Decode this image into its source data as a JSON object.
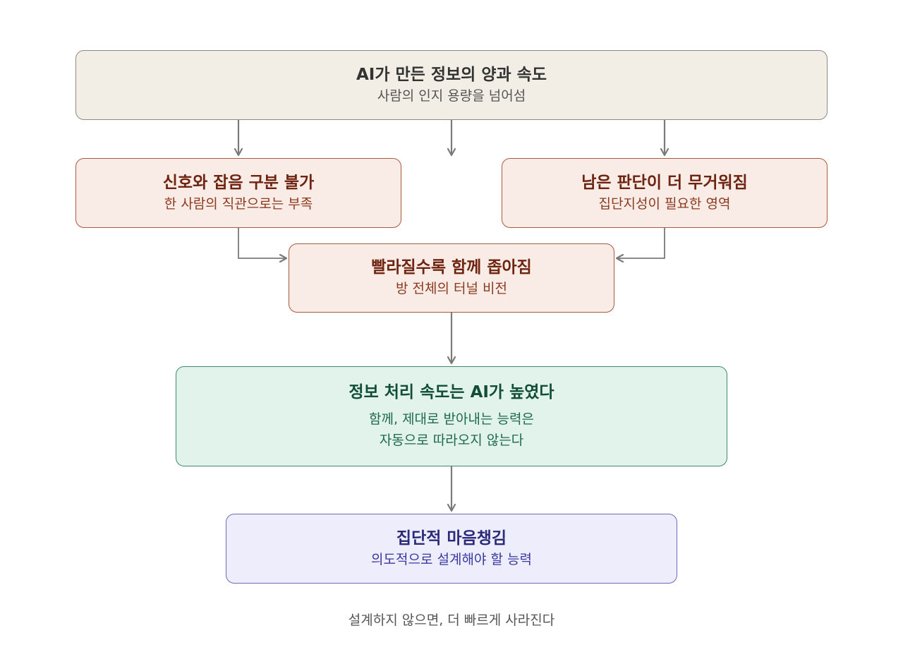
{
  "nodes": {
    "top": {
      "title": "AI가 만든 정보의 양과 속도",
      "sub": "사람의 인지 용량을 넘어섬"
    },
    "left": {
      "title": "신호와 잡음 구분 불가",
      "sub": "한 사람의 직관으로는 부족"
    },
    "right": {
      "title": "남은 판단이 더 무거워짐",
      "sub": "집단지성이 필요한 영역"
    },
    "mid": {
      "title": "빨라질수록 함께 좁아짐",
      "sub": "방 전체의 터널 비전"
    },
    "green": {
      "title": "정보 처리 속도는 AI가 높였다",
      "sub1": "함께, 제대로 받아내는 능력은",
      "sub2": "자동으로 따라오지 않는다"
    },
    "purple": {
      "title": "집단적 마음챙김",
      "sub": "의도적으로 설계해야 할 능력"
    }
  },
  "footer": "설계하지 않으면, 더 빠르게 사라진다",
  "colors": {
    "arrow": "#7a7a78",
    "gray_fill": "#f2eee6",
    "peach_fill": "#f9ebe5",
    "green_fill": "#e1f3eb",
    "purple_fill": "#eeedfc"
  }
}
